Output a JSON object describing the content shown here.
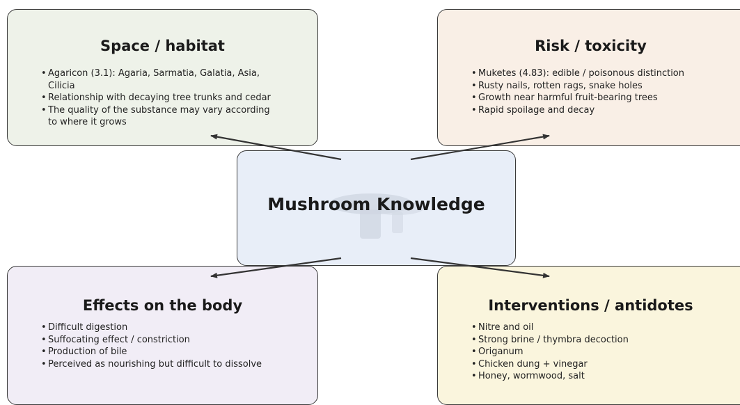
{
  "center": {
    "title": "Mushroom Knowledge",
    "watermark_icon": "mushroom-icon"
  },
  "habitat": {
    "title": "Space / habitat",
    "items": [
      "Agaricon (3.1): Agaria, Sarmatia, Galatia, Asia, Cilicia",
      "Relationship with decaying tree trunks and cedar",
      "The quality of the substance may vary according to where it grows"
    ]
  },
  "risk": {
    "title": "Risk / toxicity",
    "items": [
      "Muketes (4.83): edible / poisonous distinction",
      "Rusty nails, rotten rags, snake holes",
      "Growth near harmful fruit-bearing trees",
      "Rapid spoilage and decay"
    ]
  },
  "effects": {
    "title": "Effects on the body",
    "items": [
      "Difficult digestion",
      "Suffocating effect / constriction",
      "Production of bile",
      "Perceived as nourishing but difficult to dissolve"
    ]
  },
  "interventions": {
    "title": "Interventions / antidotes",
    "items": [
      "Nitre and oil",
      "Strong brine / thymbra decoction",
      "Origanum",
      "Chicken dung + vinegar",
      "Honey, wormwood, salt"
    ]
  },
  "colors": {
    "habitat_bg": "#eef2e9",
    "risk_bg": "#f9efe6",
    "center_bg": "#e8eef8",
    "effects_bg": "#f1edf6",
    "interventions_bg": "#faf5dd",
    "border": "#3a3a3a",
    "arrow": "#333333"
  }
}
